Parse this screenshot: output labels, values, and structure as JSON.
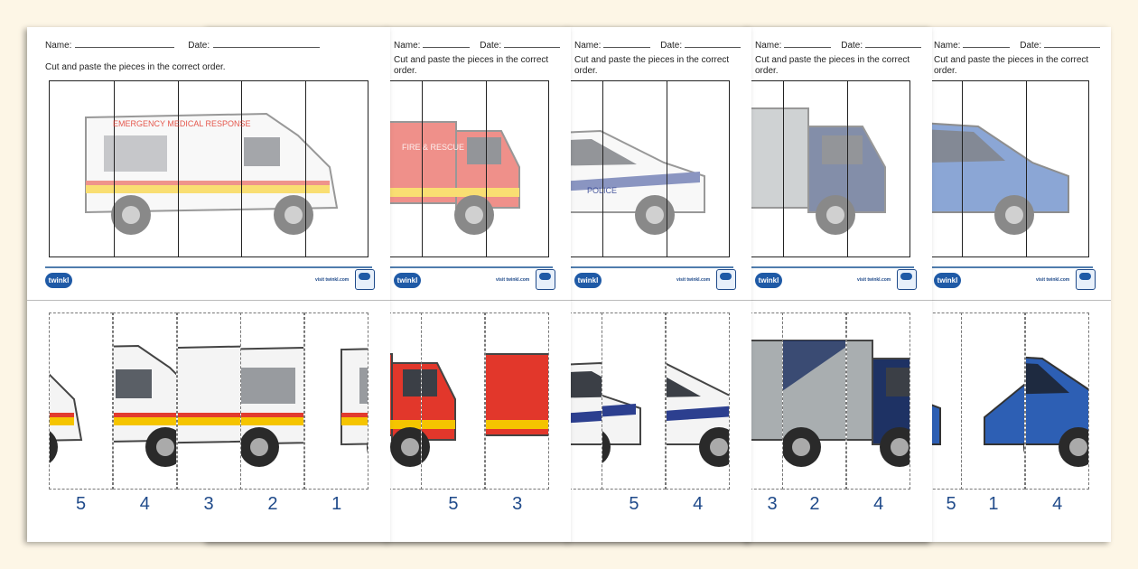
{
  "sheets": [
    {
      "name_label": "Name:",
      "date_label": "Date:",
      "instruction": "Cut and paste the pieces in the correct order.",
      "vehicle": "ambulance",
      "vehicle_text": "EMERGENCY MEDICAL RESPONSE",
      "numbers": [
        "5",
        "4",
        "3",
        "2",
        "1"
      ],
      "footer": {
        "logo": "twinkl",
        "visit": "visit twinkl.com"
      }
    },
    {
      "name_label": "Name:",
      "date_label": "Date:",
      "instruction": "Cut and paste the pieces in the correct order.",
      "vehicle": "firetruck",
      "vehicle_text": "FIRE & RESCUE",
      "numbers": [
        "",
        "",
        "",
        "5",
        "3"
      ],
      "footer": {
        "logo": "twinkl",
        "visit": "visit twinkl.com"
      }
    },
    {
      "name_label": "Name:",
      "date_label": "Date:",
      "instruction": "Cut and paste the pieces in the correct order.",
      "vehicle": "police",
      "vehicle_text": "POLICE",
      "numbers": [
        "",
        "",
        "",
        "5",
        "4"
      ],
      "footer": {
        "logo": "twinkl",
        "visit": "visit twinkl.com"
      }
    },
    {
      "name_label": "Name:",
      "date_label": "Date:",
      "instruction": "Cut and paste the pieces in the correct order.",
      "vehicle": "garbage",
      "vehicle_text": "",
      "numbers": [
        "",
        "",
        "3",
        "2",
        "4"
      ],
      "footer": {
        "logo": "twinkl",
        "visit": "visit twinkl.com"
      }
    },
    {
      "name_label": "Name:",
      "date_label": "Date:",
      "instruction": "Cut and paste the pieces in the correct order.",
      "vehicle": "car",
      "vehicle_text": "",
      "numbers": [
        "",
        "",
        "5",
        "1",
        "4"
      ],
      "footer": {
        "logo": "twinkl",
        "visit": "visit twinkl.com"
      }
    }
  ],
  "colors": {
    "background": "#fdf6e6",
    "number": "#1f4a8a",
    "footer_line": "#4f7cad",
    "brand": "#1f5aa6"
  },
  "vehicle_colors": {
    "ambulance": {
      "body": "#f4f4f4",
      "accent": "#e23b2e",
      "stripe": "#f5c400",
      "window": "#5a5f66"
    },
    "firetruck": {
      "body": "#e2372b",
      "accent": "#b9b9b9",
      "stripe": "#f5c400",
      "window": "#3b3f46"
    },
    "police": {
      "body": "#f4f4f4",
      "accent": "#2c3f8f",
      "stripe": "#d9d9d9",
      "window": "#3b3f46"
    },
    "garbage": {
      "body": "#a9aeb0",
      "accent": "#1e3264",
      "stripe": "#7a7f82",
      "window": "#3b3f46"
    },
    "car": {
      "body": "#2d5fb4",
      "accent": "#1f4a8a",
      "stripe": "#2d5fb4",
      "window": "#1e2a40"
    }
  }
}
